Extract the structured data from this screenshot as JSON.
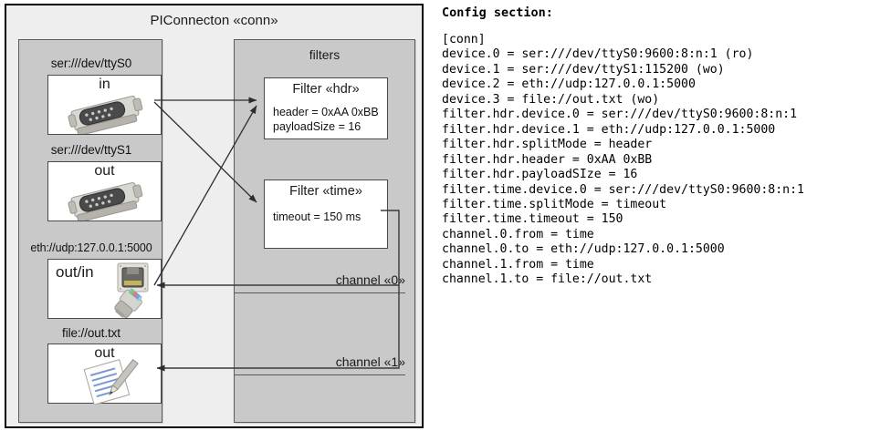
{
  "diagram": {
    "title": "PIConnecton «conn»",
    "devices_group": {
      "title": ""
    },
    "filters_group": {
      "title": "filters"
    },
    "devices": [
      {
        "label": "ser:///dev/ttyS0",
        "name": "in",
        "icon": "serial-db9-icon"
      },
      {
        "label": "ser:///dev/ttyS1",
        "name": "out",
        "icon": "serial-db9-icon"
      },
      {
        "label": "eth://udp:127.0.0.1:5000",
        "name": "out/in",
        "icon": "ethernet-jack-icon"
      },
      {
        "label": "file://out.txt",
        "name": "out",
        "icon": "document-pencil-icon"
      }
    ],
    "filters": [
      {
        "title": "Filter «hdr»",
        "props": [
          "header = 0xAA 0xBB",
          "payloadSize = 16"
        ]
      },
      {
        "title": "Filter «time»",
        "props": [
          "timeout = 150 ms"
        ]
      }
    ],
    "channels": [
      {
        "label": "channel «0»"
      },
      {
        "label": "channel «1»"
      }
    ]
  },
  "config": {
    "heading": "Config section:",
    "text": "[conn]\ndevice.0 = ser:///dev/ttyS0:9600:8:n:1 (ro)\ndevice.1 = ser:///dev/ttyS1:115200 (wo)\ndevice.2 = eth://udp:127.0.0.1:5000\ndevice.3 = file://out.txt (wo)\nfilter.hdr.device.0 = ser:///dev/ttyS0:9600:8:n:1\nfilter.hdr.device.1 = eth://udp:127.0.0.1:5000\nfilter.hdr.splitMode = header\nfilter.hdr.header = 0xAA 0xBB\nfilter.hdr.payloadSIze = 16\nfilter.time.device.0 = ser:///dev/ttyS0:9600:8:n:1\nfilter.time.splitMode = timeout\nfilter.time.timeout = 150\nchannel.0.from = time\nchannel.0.to = eth://udp:127.0.0.1:5000\nchannel.1.from = time\nchannel.1.to = file://out.txt",
    "lines": [
      "[conn]",
      "device.0 = ser:///dev/ttyS0:9600:8:n:1 (ro)",
      "device.1 = ser:///dev/ttyS1:115200 (wo)",
      "device.2 = eth://udp:127.0.0.1:5000",
      "device.3 = file://out.txt (wo)",
      "filter.hdr.device.0 = ser:///dev/ttyS0:9600:8:n:1",
      "filter.hdr.device.1 = eth://udp:127.0.0.1:5000",
      "filter.hdr.splitMode = header",
      "filter.hdr.header = 0xAA 0xBB",
      "filter.hdr.payloadSIze = 16",
      "filter.time.device.0 = ser:///dev/ttyS0:9600:8:n:1",
      "filter.time.splitMode = timeout",
      "filter.time.timeout = 150",
      "channel.0.from = time",
      "channel.0.to = eth://udp:127.0.0.1:5000",
      "channel.1.from = time",
      "channel.1.to = file://out.txt"
    ]
  },
  "colors": {
    "page_background": "#ffffff",
    "frame_background": "#eeeeee",
    "group_background": "#c9c9c9",
    "card_background": "#ffffff",
    "border_dark": "#000000",
    "border_mid": "#5a5a5a",
    "wire": "#333333"
  }
}
